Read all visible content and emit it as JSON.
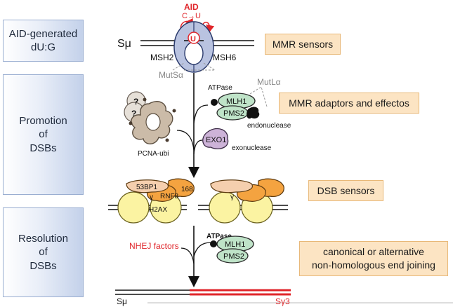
{
  "stages": {
    "aid": "AID-generated\ndU:G",
    "promotion": "Promotion\nof\nDSBs",
    "resolution": "Resolution\nof\nDSBs"
  },
  "sensors": {
    "mmr_sensors": "MMR sensors",
    "mmr_adaptors": "MMR adaptors and effectos",
    "dsb_sensors": "DSB sensors",
    "nhej": "canonical or alternative\nnon-homologous end joining"
  },
  "labels": {
    "smu_top": "Sμ",
    "aid": "AID",
    "c_to_u": "C→U",
    "uracil": "U",
    "msh2": "MSH2",
    "msh6": "MSH6",
    "mutsa": "MutSα",
    "mutla": "MutLα",
    "atpase": "ATPase",
    "mlh1": "MLH1",
    "pms2": "PMS2",
    "endonuclease": "endonuclease",
    "pcna": "PCNA-ubi",
    "question": "?",
    "exo1": "EXO1",
    "exonuclease": "exonuclease",
    "bp53": "53BP1",
    "rnf8": "RNF8",
    "rnf168": "168",
    "h2ax": "H2AX",
    "gamma": "γ",
    "nhej_factors": "NHEJ factors",
    "atpase2": "ATPase",
    "mlh1_2": "MLH1",
    "pms2_2": "PMS2",
    "smu_bottom": "Sμ",
    "sg3": "Sγ3"
  },
  "colors": {
    "red": "#e0262b",
    "msh_fill": "#b9c3e0",
    "mlh_fill": "#bfe3c8",
    "exo_fill": "#cdb3d8",
    "nucleosome": "#fbf3a2",
    "bp53_fill": "#f5cfae",
    "rnf_fill": "#f4a340",
    "pcna_fill": "#cbbba8"
  }
}
